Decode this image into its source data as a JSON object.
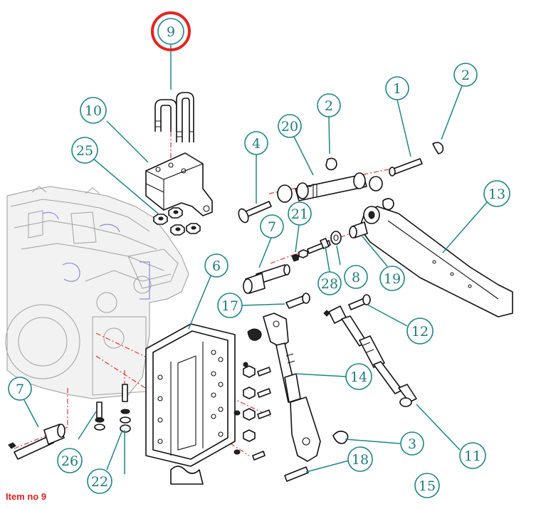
{
  "caption": "Item no 9",
  "highlighted_item": "9",
  "colors": {
    "callout": "#1e8585",
    "highlight": "#e3241f",
    "caption": "#e0201d",
    "center_line": "#e53535"
  },
  "callouts": [
    "1",
    "2",
    "2",
    "3",
    "4",
    "6",
    "7",
    "7",
    "8",
    "9",
    "10",
    "11",
    "12",
    "13",
    "14",
    "15",
    "17",
    "18",
    "19",
    "20",
    "21",
    "22",
    "25",
    "26",
    "28"
  ]
}
